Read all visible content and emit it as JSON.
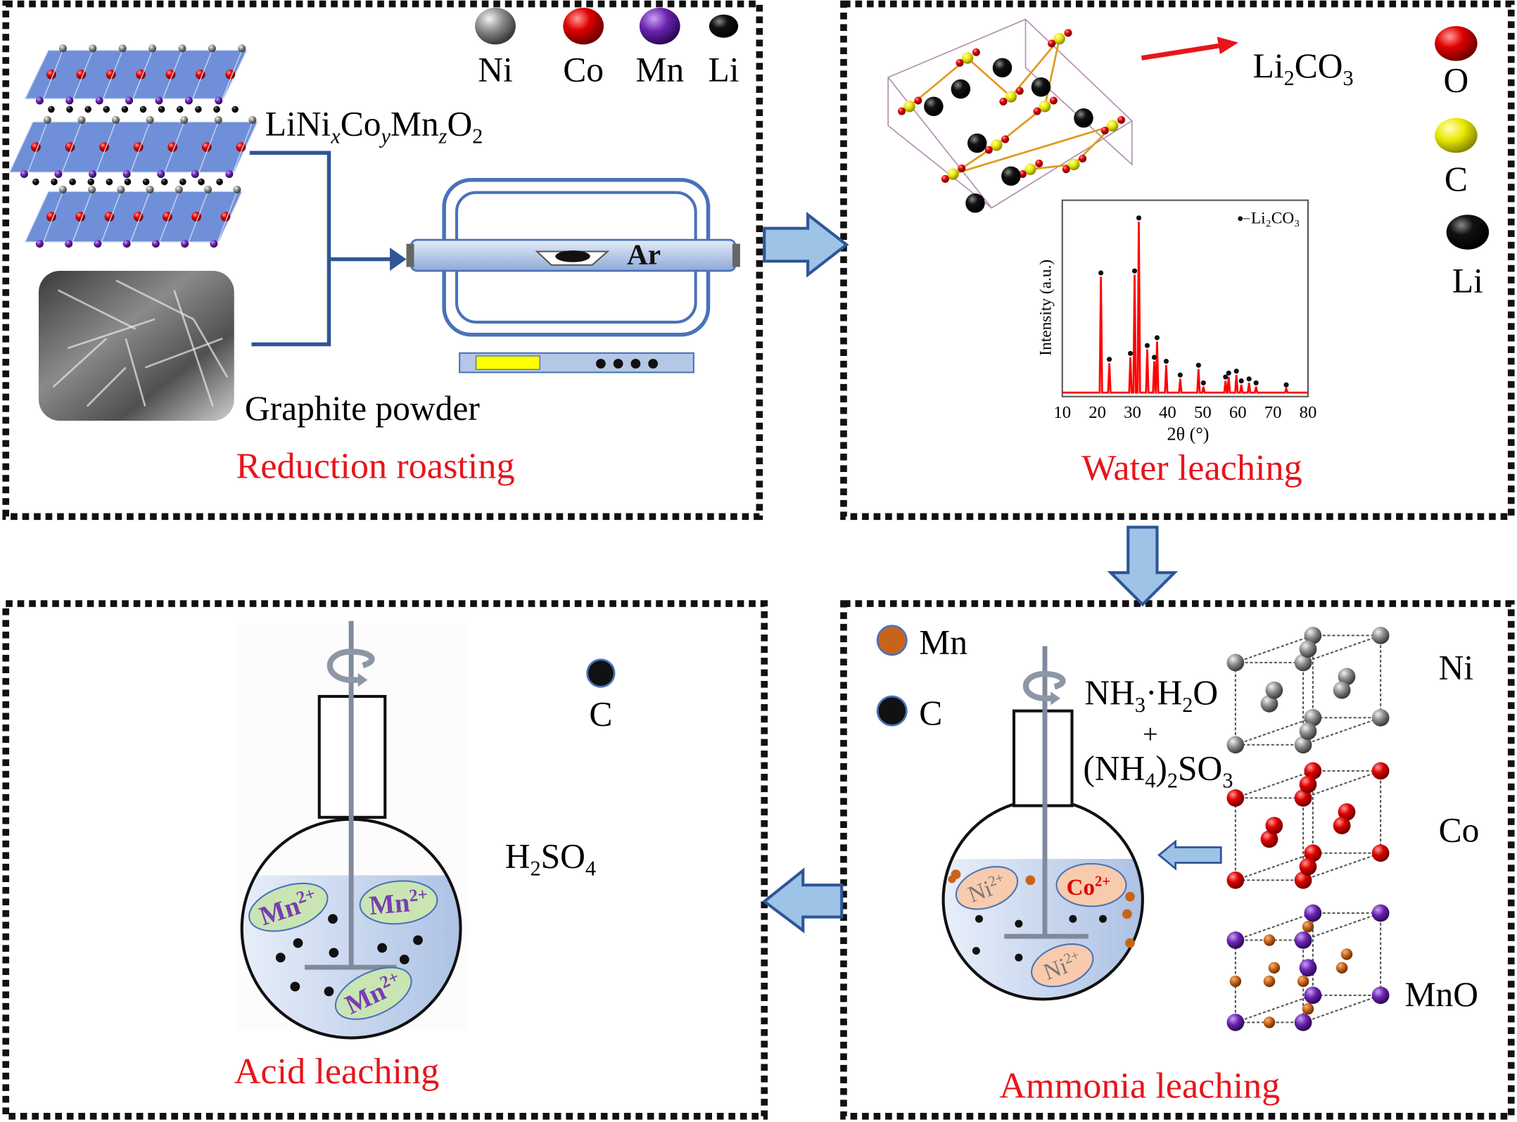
{
  "colors": {
    "panel_border": "#111111",
    "caption": "#e8141b",
    "flow_arrow": "#9dc3e6",
    "flow_arrow_stroke": "#2f5597",
    "slab": "#6f8fd8",
    "solution": "#b4c7e7",
    "mn_ion_fill": "#c9e5b3",
    "ion_fill": "#f8cbad",
    "xrd_line": "#ff0000"
  },
  "panel1": {
    "legend": [
      {
        "label": "Ni",
        "color": "gray"
      },
      {
        "label": "Co",
        "color": "red"
      },
      {
        "label": "Mn",
        "color": "purple"
      },
      {
        "label": "Li",
        "color": "black"
      }
    ],
    "cathode_formula": [
      "LiNi",
      "x",
      "Co",
      "y",
      "Mn",
      "z",
      "O",
      "2"
    ],
    "graphite_label": "Graphite powder",
    "gas_label": "Ar",
    "caption": "Reduction roasting"
  },
  "panel2": {
    "product_formula": [
      "Li",
      "2",
      "CO",
      "3"
    ],
    "legend": [
      {
        "label": "O",
        "color": "red"
      },
      {
        "label": "C",
        "color": "yellow"
      },
      {
        "label": "Li",
        "color": "black"
      }
    ],
    "caption": "Water leaching"
  },
  "panel3": {
    "legend_c": "C",
    "acid_formula": [
      "H",
      "2",
      "SO",
      "4"
    ],
    "ions": [
      "Mn",
      "2+",
      "Mn",
      "2+",
      "Mn",
      "2+"
    ],
    "caption": "Acid leaching"
  },
  "panel4": {
    "legend": [
      {
        "label": "Mn",
        "color": "orange"
      },
      {
        "label": "C",
        "color": "black"
      }
    ],
    "reagent1": [
      "NH",
      "3",
      "·H",
      "2",
      "O"
    ],
    "plus": "+",
    "reagent2": [
      "(NH",
      "4",
      ")",
      "2",
      "SO",
      "3"
    ],
    "ions": [
      {
        "el": "Ni",
        "ch": "2+"
      },
      {
        "el": "Co",
        "ch": "2+"
      },
      {
        "el": "Ni",
        "ch": "2+"
      }
    ],
    "phases": [
      "Ni",
      "Co",
      "MnO"
    ],
    "caption": "Ammonia leaching"
  },
  "chart_data": {
    "type": "line",
    "title": "",
    "xlabel": "2θ (°)",
    "ylabel": "Intensity (a.u.)",
    "xlim": [
      10,
      80
    ],
    "xticks": [
      10,
      20,
      30,
      40,
      50,
      60,
      70,
      80
    ],
    "ylim": [
      0,
      100
    ],
    "grid": false,
    "legend": {
      "label": "Li₂CO₃",
      "placement": "top-right",
      "marker": "black-dot"
    },
    "baseline": 2,
    "peaks": [
      {
        "x": 21.0,
        "y": 61
      },
      {
        "x": 23.4,
        "y": 17
      },
      {
        "x": 29.4,
        "y": 20
      },
      {
        "x": 30.6,
        "y": 62
      },
      {
        "x": 31.8,
        "y": 89
      },
      {
        "x": 34.2,
        "y": 24
      },
      {
        "x": 36.2,
        "y": 18
      },
      {
        "x": 37.0,
        "y": 28
      },
      {
        "x": 39.6,
        "y": 16
      },
      {
        "x": 43.6,
        "y": 9
      },
      {
        "x": 48.8,
        "y": 14
      },
      {
        "x": 50.2,
        "y": 5
      },
      {
        "x": 56.5,
        "y": 8
      },
      {
        "x": 57.4,
        "y": 10
      },
      {
        "x": 59.6,
        "y": 11
      },
      {
        "x": 61.0,
        "y": 6
      },
      {
        "x": 63.2,
        "y": 7
      },
      {
        "x": 65.2,
        "y": 5
      },
      {
        "x": 73.8,
        "y": 4
      }
    ]
  }
}
